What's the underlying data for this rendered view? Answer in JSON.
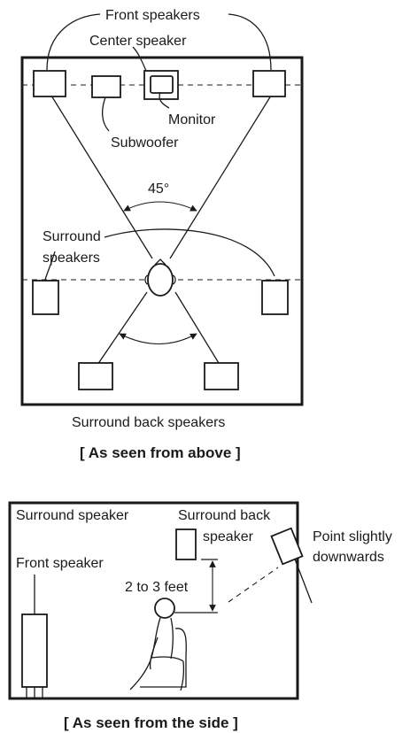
{
  "top_view": {
    "front_speakers_label": "Front speakers",
    "center_speaker_label": "Center speaker",
    "monitor_label": "Monitor",
    "subwoofer_label": "Subwoofer",
    "angle_label": "45°",
    "surround_speakers_label_line1": "Surround",
    "surround_speakers_label_line2": "speakers",
    "surround_back_speakers_label": "Surround back speakers",
    "caption": "[ As seen from above ]"
  },
  "side_view": {
    "surround_speaker_label": "Surround speaker",
    "surround_back_speaker_label_line1": "Surround back",
    "surround_back_speaker_label_line2": "speaker",
    "point_label_line1": "Point slightly",
    "point_label_line2": "downwards",
    "front_speaker_label": "Front speaker",
    "distance_label": "2 to 3 feet",
    "caption": "[ As seen from the side ]"
  },
  "colors": {
    "line": "#1a1a1a",
    "background": "#ffffff"
  }
}
